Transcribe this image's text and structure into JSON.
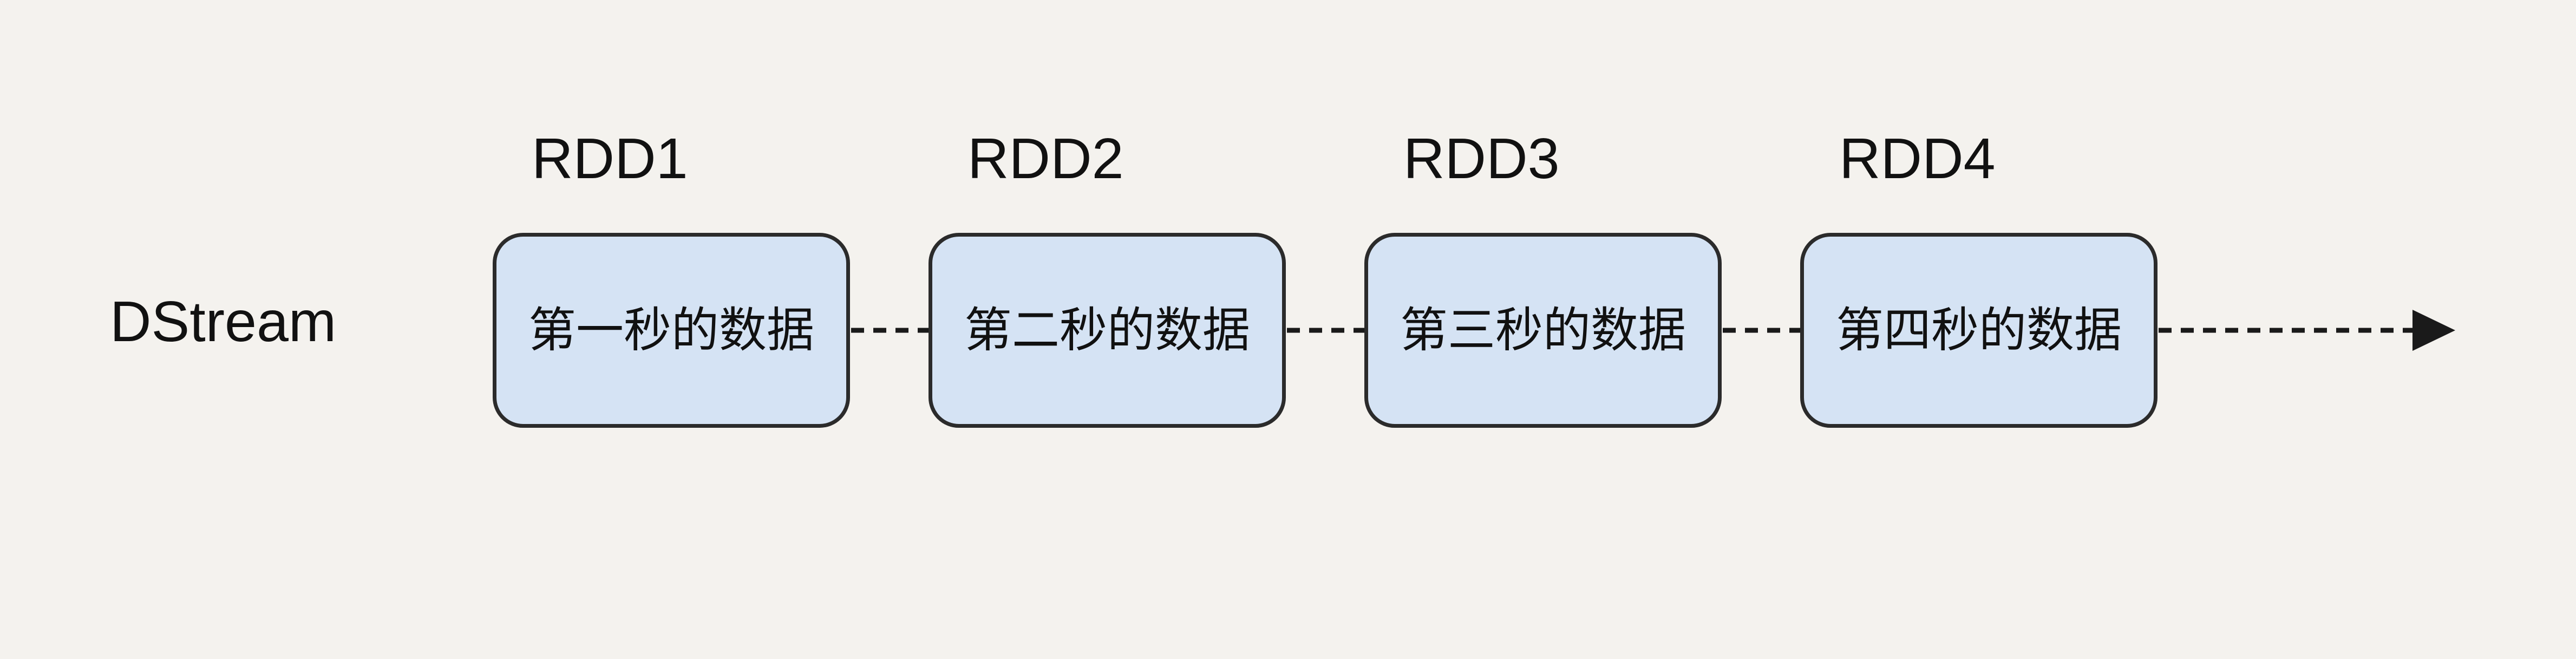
{
  "diagram": {
    "stream_label": "DStream",
    "nodes": [
      {
        "title": "RDD1",
        "label": "第一秒的数据"
      },
      {
        "title": "RDD2",
        "label": "第二秒的数据"
      },
      {
        "title": "RDD3",
        "label": "第三秒的数据"
      },
      {
        "title": "RDD4",
        "label": "第四秒的数据"
      }
    ],
    "colors": {
      "background": "#f4f2ee",
      "box_fill": "#d5e3f4",
      "box_border": "#2b2b2b",
      "text": "#111111",
      "connector": "#1a1a1a"
    }
  }
}
